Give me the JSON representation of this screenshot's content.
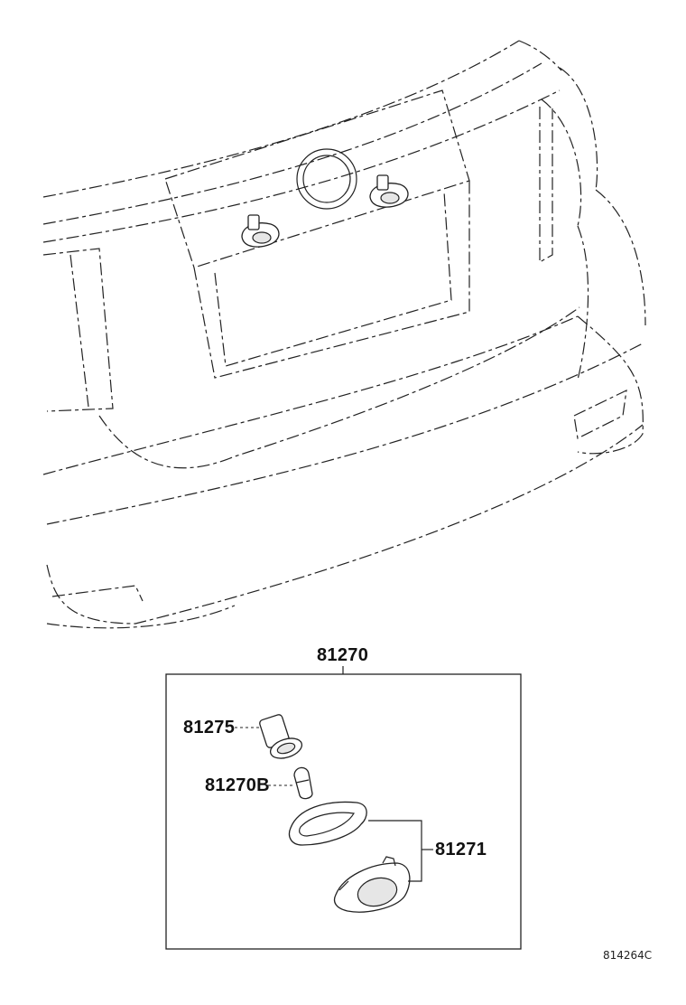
{
  "labels": {
    "assembly": "81270",
    "socket": "81275",
    "bulb": "81270B",
    "lens": "81271",
    "figure_id": "814264C"
  }
}
